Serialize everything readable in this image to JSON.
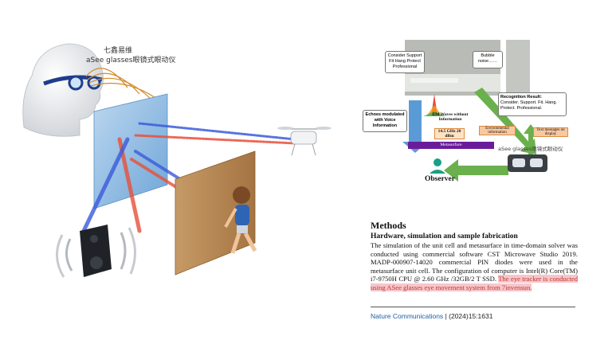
{
  "left_illustration": {
    "brand_label": "七鑫易维",
    "device_label": "aSee glasses眼镜式眼动仪"
  },
  "diagram": {
    "speech_bubble_1": "Consider Support Fit Hang Protect Professional",
    "speech_bubble_2": "Bubble noise……",
    "echoes_label": "Echoes modulated with Voice Information",
    "em_waves_title": "EM Waves without Information",
    "em_waves_spec": "14.5 GHz 20 dBm",
    "metasurface_label": "Metasurface",
    "env_info_label": "Environmental information",
    "recognition_title": "Recognition Result:",
    "recognition_text": "Consider. Support. Fit. Hang. Protect. Professional.",
    "text_messages_label": "Text messages on display",
    "device_label": "aSee glasses眼镜式眼动仪",
    "observer_label": "Observer"
  },
  "article": {
    "heading": "Methods",
    "subheading": "Hardware, simulation and sample fabrication",
    "body_plain": "The simulation of the unit cell and metasurface in time-domain solver was conducted using commercial software CST Microwave Studio 2019. MADP-000907-14020 commercial PIN diodes were used in the metasurface unit cell. The configuration of computer is Intel(R) Core(TM) i7-9750H CPU @ 2.60 GHz /32GB/2 T SSD.",
    "body_highlight": "The eye tracker is conducted using ASee glasses eye movement system from 7invensun."
  },
  "citation": {
    "journal": "Nature Communications",
    "details": "| (2024)15:1631"
  },
  "colors": {
    "highlight_bg": "#f6c6cc",
    "highlight_text": "#c0392b",
    "journal_blue": "#1f5ea8",
    "wave_red": "#e8503a",
    "wave_blue": "#3b5bdb",
    "arrow_green": "#6ab04c",
    "metasurface_purple": "#6a1b9a"
  }
}
